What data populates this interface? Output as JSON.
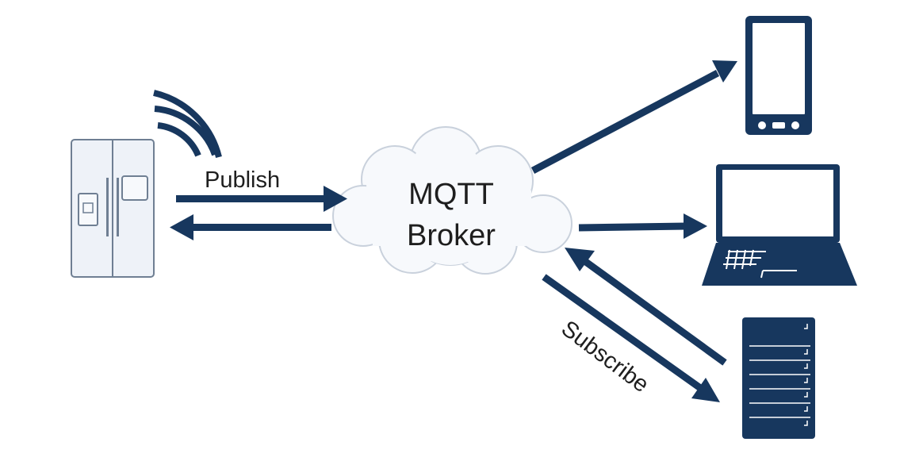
{
  "broker": {
    "line1": "MQTT",
    "line2": "Broker"
  },
  "labels": {
    "publish": "Publish",
    "subscribe": "Subscribe"
  },
  "colors": {
    "navy": "#17375e",
    "device_fill": "#eef2f8",
    "device_stroke": "#6f7f93",
    "cloud_fill": "#f7f9fc",
    "cloud_stroke": "#c9d1dc",
    "text": "#1e1e1e"
  },
  "icons": {
    "publisher": "smart-fridge-icon",
    "wireless": "wifi-signal-icon",
    "subscriber_1": "smartphone-icon",
    "subscriber_2": "laptop-icon",
    "subscriber_3": "server-icon"
  }
}
